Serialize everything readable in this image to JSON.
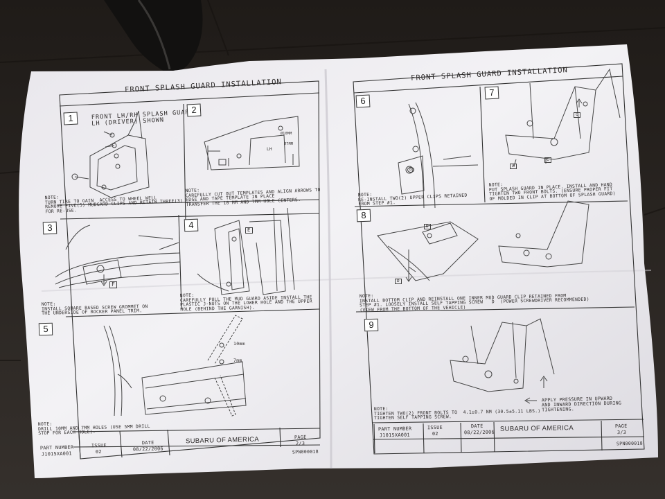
{
  "left_page": {
    "title": "FRONT SPLASH GUARD INSTALLATION",
    "steps": [
      {
        "num": "1",
        "heading": "FRONT LH/RH SPLASH GUARD\nLH (DRIVER) SHOWN",
        "note": "NOTE:\nTURN TIRE TO GAIN  ACCESS TO WHEEL WELL\nREMOVE FIVE(5) MUDGARD CLIPS AND RETAIN THREE(3)\nFOR RE-USE."
      },
      {
        "num": "2",
        "note": "NOTE:\nCAREFULLY CUT OUT TEMPLATES AND ALIGN ARROWS TO\nEDGE AND TAPE TEMPLATE IN PLACE\nTRANSFER THE 10 MM AND 7MM HOLE CENTERS."
      },
      {
        "num": "3",
        "note": "NOTE:\nINSTALL SQUARE BASED SCREW GROMMET ON\nTHE UNDERSIDE OF ROCKER PANEL TRIM."
      },
      {
        "num": "4",
        "note": "NOTE:\nCAREFULLY PULL THE MUD GUARD ASIDE INSTALL THE\nPLASTIC J-NUTS ON THE LOWER HOLE AND THE UPPER\nHOLE (BEHIND THE GARNISH)."
      },
      {
        "num": "5",
        "note": "NOTE:\nDRILL 10mm AND 7mm HOLES (USE 5mm DRILL\nSTOP FOR EACH HOLE)."
      }
    ],
    "callouts": {
      "f": "F",
      "e": "E",
      "mm10": "10mm",
      "mm7": "7mm",
      "tpl_lh": "LH",
      "tpl_7mm": "ø7MM",
      "tpl_10mm": "ø10MM"
    },
    "footer": {
      "part_number_label": "PART NUMBER",
      "part_number": "J1015XA001",
      "issue_label": "ISSUE",
      "issue": "02",
      "date_label": "DATE",
      "date": "08/22/2006",
      "company": "SUBARU OF AMERICA",
      "page_label": "PAGE",
      "page": "2/3",
      "code": "SPN000018"
    }
  },
  "right_page": {
    "title": "FRONT SPLASH GUARD INSTALLATION",
    "steps": [
      {
        "num": "6",
        "note": "NOTE:\nRE-INSTALL TWO(2) UPPER CLIPS RETAINED\nFROM STEP #1."
      },
      {
        "num": "7",
        "note": "NOTE:\nPUT SPLASH GUARD IN PLACE. INSTALL AND HAND\nTIGHTEN TWO FRONT BOLTS. (ENSURE PROPER FIT\nOF MOLDED IN CLIP AT BOTTOM OF SPLASH GUARD)"
      },
      {
        "num": "8",
        "note": "NOTE:\nINSTALL BOTTOM CLIP AND REINSTALL ONE INNER MUD GUARD CLIP RETAINED FROM\nSTEP #1. LOOSELY INSTALL SELF TAPPING SCREW   D  (POWER SCREWDRIVER RECOMMENDED)\n(VIEW FROM THE BOTTOM OF THE VEHICLE)"
      },
      {
        "num": "9",
        "note": "NOTE:\nTIGHTEN TWO(2) FRONT BOLTS TO  4.1±0.7 Nm (30.5±5.11 lbs.)\nTIGHTEN SELF TAPPING SCREW.",
        "pressure": "APPLY PRESSURE IN UPWARD\nAND INWARD DIRECTION DURING\nTIGHTENING."
      }
    ],
    "callouts": {
      "a": "A",
      "b": "B",
      "c": "C",
      "c2": "C",
      "d": "D",
      "d2": "D"
    },
    "footer": {
      "part_number_label": "PART NUMBER",
      "part_number": "J1015XA001",
      "issue_label": "ISSUE",
      "issue": "02",
      "date_label": "DATE",
      "date": "08/22/2006",
      "company": "SUBARU OF AMERICA",
      "page_label": "PAGE",
      "page": "3/3",
      "code": "SPN000018"
    }
  },
  "colors": {
    "background": "#2a2522",
    "paper": "#f1f0f3",
    "ink": "#2d2a2a"
  }
}
